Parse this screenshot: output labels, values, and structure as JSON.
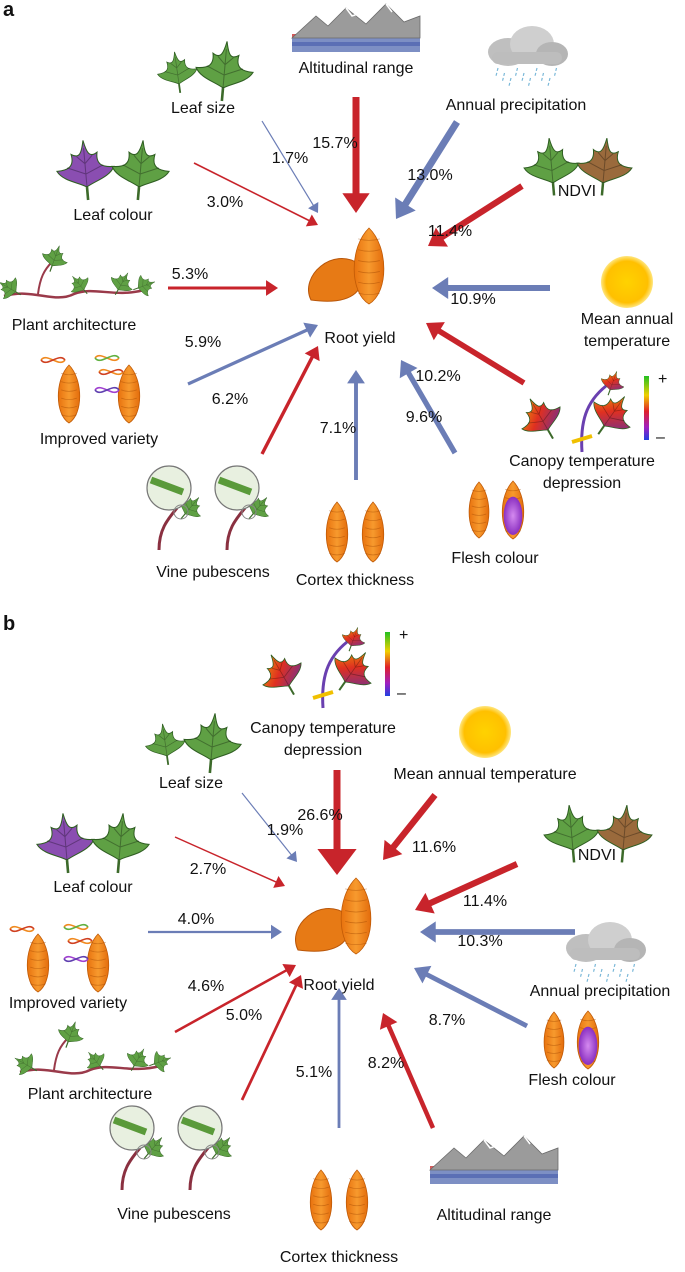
{
  "colors": {
    "positive": "#c8242b",
    "negative": "#6b7db6",
    "leaf_green": "#5fa044",
    "leaf_purple": "#8a4eb1",
    "leaf_brown": "#9a6a3c",
    "tuber": "#f0861c",
    "flesh_purple": "#9a45c8",
    "sun": "#ffc400",
    "cloud": "#bfbfbf",
    "rain": "#7ab8d8"
  },
  "panels": [
    {
      "letter": "a",
      "center_label": "Root yield",
      "factors": [
        {
          "label": "Leaf size",
          "value": "1.7%",
          "sign": "negative",
          "icon": "leaf-pair-icon"
        },
        {
          "label": "Altitudinal range",
          "value": "15.7%",
          "sign": "positive",
          "icon": "mountain-icon"
        },
        {
          "label": "Annual precipitation",
          "value": "13.0%",
          "sign": "negative",
          "icon": "rain-cloud-icon"
        },
        {
          "label": "Leaf colour",
          "value": "3.0%",
          "sign": "positive",
          "icon": "purple-green-leaf-icon"
        },
        {
          "label": "NDVI",
          "value": "11.4%",
          "sign": "positive",
          "icon": "green-brown-leaf-icon"
        },
        {
          "label": "Plant architecture",
          "value": "5.3%",
          "sign": "positive",
          "icon": "vine-icon"
        },
        {
          "label": "Mean annual temperature",
          "value": "10.9%",
          "sign": "negative",
          "icon": "sun-icon"
        },
        {
          "label": "Improved variety",
          "value": "5.9%",
          "sign": "negative",
          "icon": "dna-tuber-icon"
        },
        {
          "label": "Canopy temperature depression",
          "value": "10.2%",
          "sign": "positive",
          "icon": "thermal-canopy-icon"
        },
        {
          "label": "Vine pubescens",
          "value": "6.2%",
          "sign": "positive",
          "icon": "magnifier-vine-icon"
        },
        {
          "label": "Cortex thickness",
          "value": "7.1%",
          "sign": "negative",
          "icon": "tuber-pair-icon"
        },
        {
          "label": "Flesh colour",
          "value": "9.6%",
          "sign": "negative",
          "icon": "purple-flesh-tuber-icon"
        }
      ],
      "scale_plus": "+",
      "scale_minus": "–"
    },
    {
      "letter": "b",
      "center_label": "Root yield",
      "factors": [
        {
          "label": "Canopy temperature depression",
          "value": "26.6%",
          "sign": "positive",
          "icon": "thermal-canopy-icon"
        },
        {
          "label": "Leaf size",
          "value": "1.9%",
          "sign": "negative",
          "icon": "leaf-pair-icon"
        },
        {
          "label": "Mean annual temperature",
          "value": "11.6%",
          "sign": "positive",
          "icon": "sun-icon"
        },
        {
          "label": "Leaf colour",
          "value": "2.7%",
          "sign": "positive",
          "icon": "purple-green-leaf-icon"
        },
        {
          "label": "NDVI",
          "value": "11.4%",
          "sign": "positive",
          "icon": "green-brown-leaf-icon"
        },
        {
          "label": "Improved variety",
          "value": "4.0%",
          "sign": "negative",
          "icon": "dna-tuber-icon"
        },
        {
          "label": "Annual precipitation",
          "value": "10.3%",
          "sign": "negative",
          "icon": "rain-cloud-icon"
        },
        {
          "label": "Plant architecture",
          "value": "4.6%",
          "sign": "positive",
          "icon": "vine-icon"
        },
        {
          "label": "Flesh colour",
          "value": "8.7%",
          "sign": "negative",
          "icon": "purple-flesh-tuber-icon"
        },
        {
          "label": "Vine pubescens",
          "value": "5.0%",
          "sign": "positive",
          "icon": "magnifier-vine-icon"
        },
        {
          "label": "Cortex thickness",
          "value": "5.1%",
          "sign": "negative",
          "icon": "tuber-pair-icon"
        },
        {
          "label": "Altitudinal range",
          "value": "8.2%",
          "sign": "positive",
          "icon": "mountain-icon"
        }
      ],
      "scale_plus": "+",
      "scale_minus": "–"
    }
  ]
}
